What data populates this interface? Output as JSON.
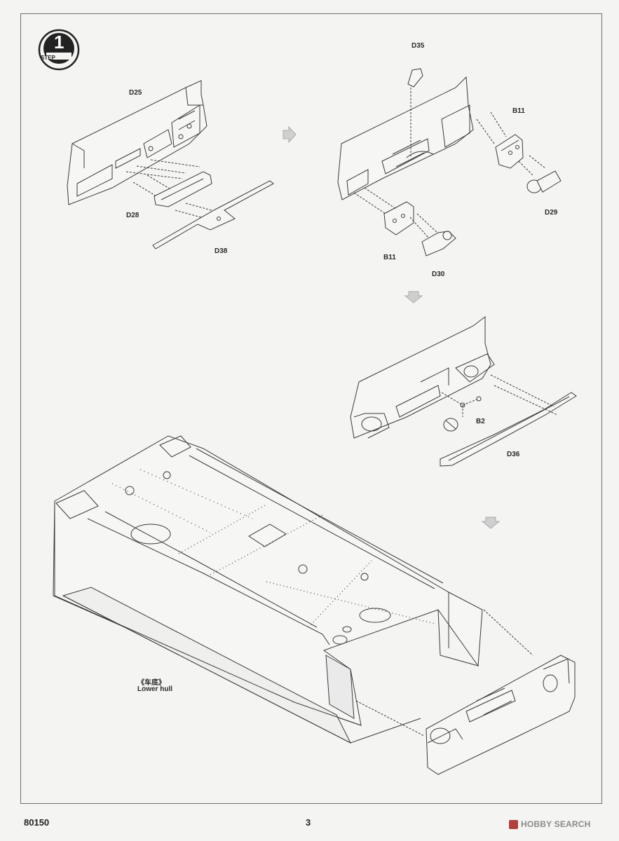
{
  "step": {
    "number": "1",
    "word": "STEP"
  },
  "parts": {
    "d25": "D25",
    "d28": "D28",
    "d38": "D38",
    "d35": "D35",
    "b11_top": "B11",
    "b11_bottom": "B11",
    "d29": "D29",
    "d30": "D30",
    "b2": "B2",
    "d36": "D36"
  },
  "lower_hull": {
    "zh": "《车底》",
    "en": "Lower hull"
  },
  "footer": {
    "kit_number": "80150",
    "page_number": "3"
  },
  "watermark": {
    "text": "HOBBY SEARCH",
    "icon": "hobby-search-logo-icon"
  }
}
